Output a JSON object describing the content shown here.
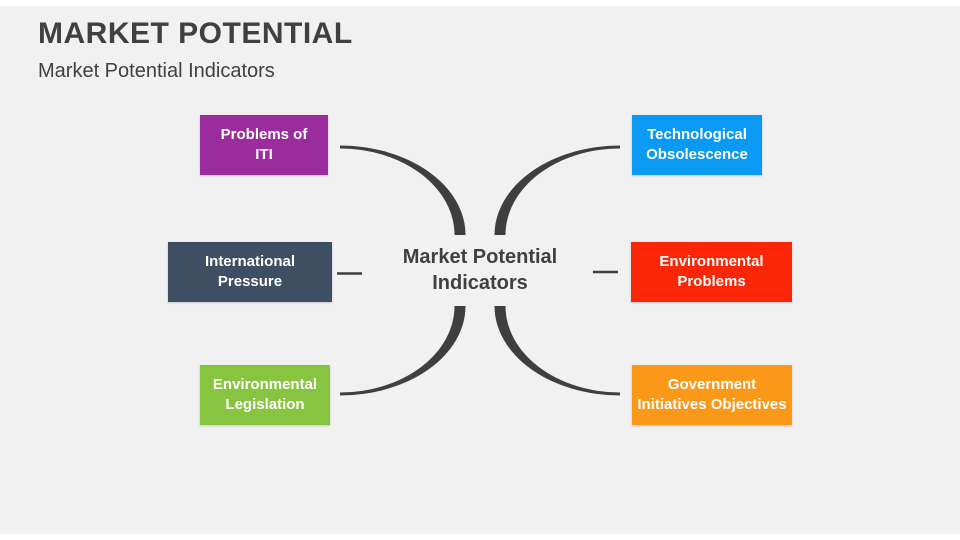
{
  "slide": {
    "title": "MARKET POTENTIAL",
    "subtitle": "Market Potential Indicators"
  },
  "diagram": {
    "center": {
      "line1": "Market Potential",
      "line2": "Indicators"
    },
    "nodes": [
      {
        "id": "problems-of-iti",
        "line1": "Problems of",
        "line2": "ITI",
        "color": "#9a2d9b",
        "position": "top-left"
      },
      {
        "id": "technological-obsolescence",
        "line1": "Technological",
        "line2": "Obsolescence",
        "color": "#0a9af3",
        "position": "top-right"
      },
      {
        "id": "international-pressure",
        "line1": "International",
        "line2": "Pressure",
        "color": "#3e4f63",
        "position": "middle-left"
      },
      {
        "id": "environmental-problems",
        "line1": "Environmental",
        "line2": "Problems",
        "color": "#fa2605",
        "position": "middle-right"
      },
      {
        "id": "environmental-legislation",
        "line1": "Environmental",
        "line2": "Legislation",
        "color": "#87c540",
        "position": "bottom-left"
      },
      {
        "id": "government-initiatives",
        "line1": "Government",
        "line2": "Initiatives Objectives",
        "color": "#fa9819",
        "position": "bottom-right"
      }
    ],
    "connector_color": "#3f3f3f",
    "text_color": "#404040",
    "background_color": "#f1f1f2"
  }
}
